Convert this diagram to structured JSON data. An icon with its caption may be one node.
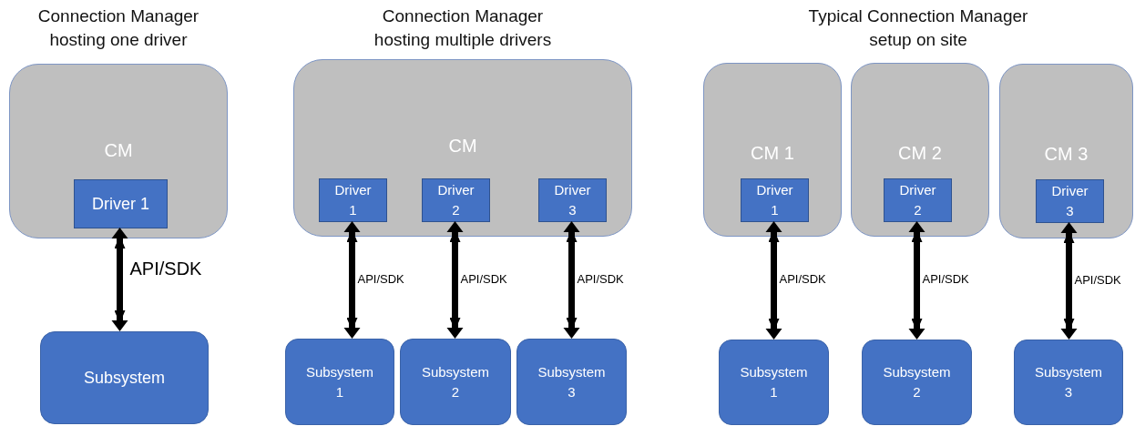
{
  "diagram": {
    "nodes": [
      {
        "text": [
          "CM"
        ]
      },
      {
        "text": [
          "Driver 1"
        ],
        "in": 0
      },
      {
        "text": [
          "Subsystem"
        ]
      },
      {
        "text": [
          "CM"
        ]
      },
      {
        "text": [
          "Driver 1"
        ],
        "in": 3
      },
      {
        "text": [
          "Driver 2"
        ],
        "in": 3
      },
      {
        "text": [
          "Driver 3"
        ],
        "in": 3
      },
      {
        "text": [
          "Subsystem 1"
        ]
      },
      {
        "text": [
          "Subsystem 2"
        ]
      },
      {
        "text": [
          "Subsystem 3"
        ]
      },
      {
        "text": [
          "CM 1"
        ]
      },
      {
        "text": [
          "Driver 1"
        ],
        "in": 10
      },
      {
        "text": [
          "CM 2"
        ]
      },
      {
        "text": [
          "Driver 2"
        ],
        "in": 12
      },
      {
        "text": [
          "CM 3"
        ]
      },
      {
        "text": [
          "Driver 3"
        ],
        "in": 14
      },
      {
        "text": [
          "Subsystem 1"
        ]
      },
      {
        "text": [
          "Subsystem 2"
        ]
      },
      {
        "text": [
          "Subsystem 3"
        ]
      }
    ],
    "edges": [
      {
        "from": 1,
        "to": 2,
        "arrow": "both",
        "label": "API/SDK"
      },
      {
        "from": 4,
        "to": 7,
        "arrow": "both",
        "label": "API/SDK"
      },
      {
        "from": 5,
        "to": 8,
        "arrow": "both",
        "label": "API/SDK"
      },
      {
        "from": 6,
        "to": 9,
        "arrow": "both",
        "label": "API/SDK"
      },
      {
        "from": 11,
        "to": 16,
        "arrow": "both",
        "label": "API/SDK"
      },
      {
        "from": 13,
        "to": 17,
        "arrow": "both",
        "label": "API/SDK"
      },
      {
        "from": 15,
        "to": 18,
        "arrow": "both",
        "label": "API/SDK"
      }
    ],
    "labels": [
      "Connection Manager hosting one driver",
      "Connection Manager hosting multiple drivers",
      "Typical Connection Manager setup on site"
    ]
  }
}
